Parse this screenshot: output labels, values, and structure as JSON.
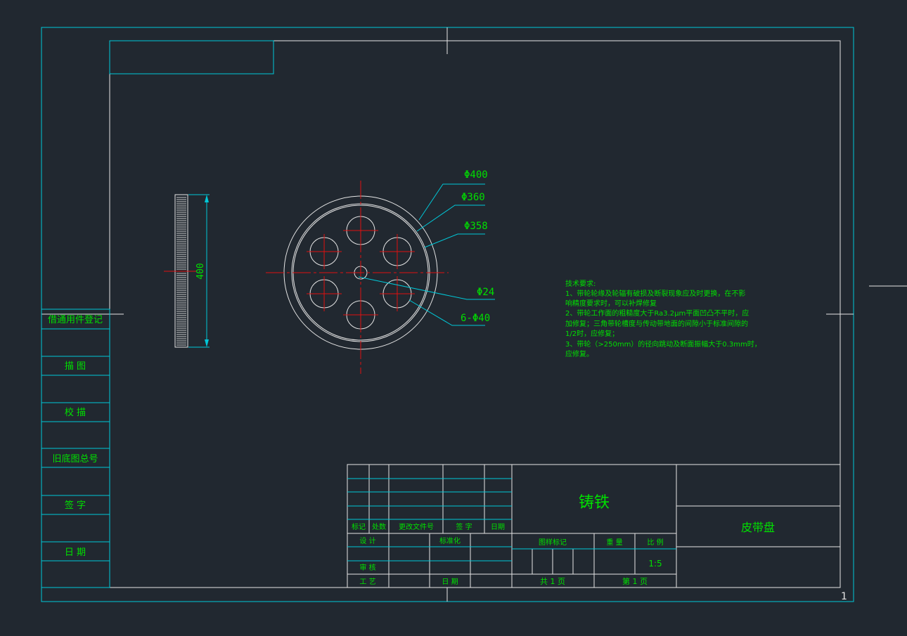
{
  "drawing": {
    "dimensions": {
      "d400": "Φ400",
      "d360": "Φ360",
      "d358": "Φ358",
      "d24": "Φ24",
      "holes": "6-Φ40",
      "height": "400"
    },
    "tech_requirements": [
      "技术要求:",
      "1、带轮轮缘及轮辐有破损及断裂现象应及时更换，在不影",
      "响精度要求时，可以补焊修复",
      "2、带轮工作面的粗糙度大于Ra3.2μm平面凹凸不平时，应",
      "加修复；三角带轮槽度与传动带地面的间隙小于标准间隙的",
      "1/2时，应修复；",
      "3、带轮（>250mm）的径向跳动及断面振幅大于0.3mm时，",
      "应修复。"
    ],
    "side_column": {
      "items": [
        "借通用件登记",
        "描 图",
        "校 描",
        "旧底图总号",
        "签 字",
        "日 期"
      ]
    },
    "title_block": {
      "material": "铸铁",
      "part_name": "皮带盘",
      "header_labels": [
        "标记",
        "处数",
        "更改文件号",
        "签 字",
        "日期"
      ],
      "design": "设 计",
      "standardization": "标准化",
      "review": "审 核",
      "process": "工 艺",
      "date": "日 期",
      "drawing_mark": "图样标记",
      "weight": "重 量",
      "scale_label": "比 例",
      "scale_value": "1:5",
      "total_sheets": "共 1 页",
      "sheet_no": "第 1 页"
    },
    "corner_number": "1",
    "colors": {
      "background": "#212830",
      "frame": "#00c8d8",
      "outline": "#e6e6e6",
      "centerline": "#e01010",
      "text": "#00e000"
    }
  }
}
